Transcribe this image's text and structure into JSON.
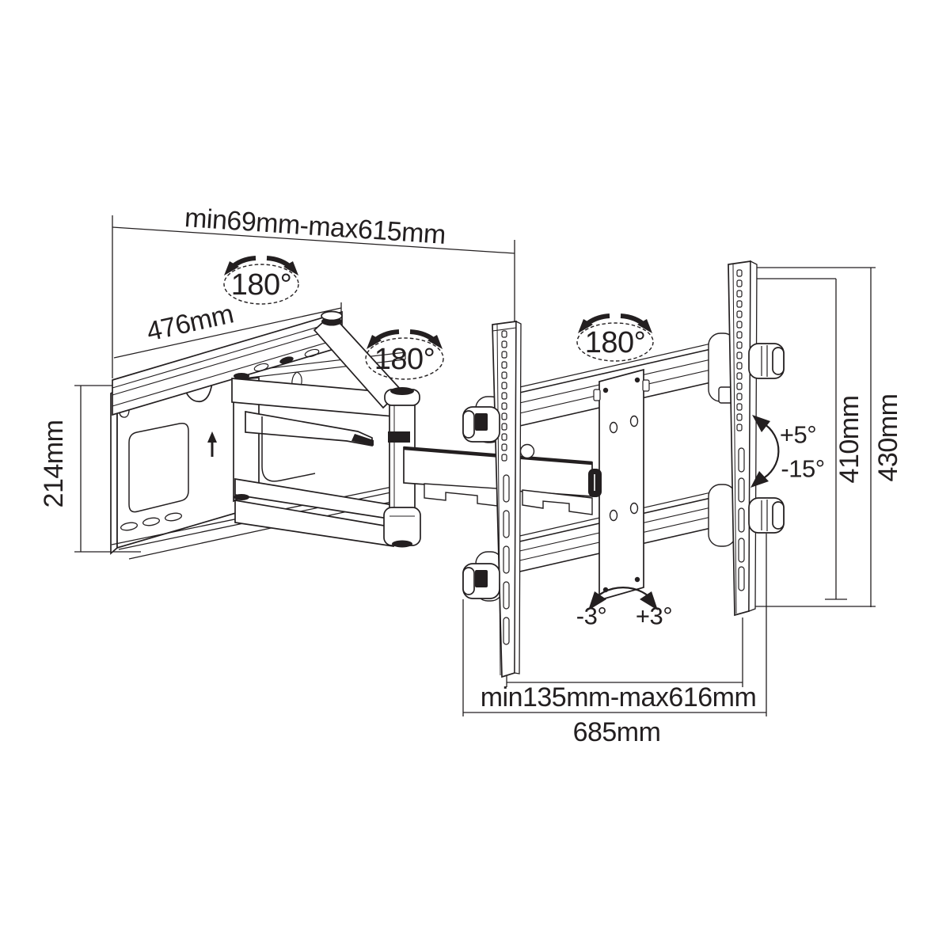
{
  "diagram": {
    "type": "technical-line-drawing",
    "subject": "Articulating full-motion TV wall mount bracket with dimension callouts",
    "colors": {
      "line": "#231f20",
      "background": "#ffffff"
    },
    "dimensions": {
      "extension_range": "min69mm-max615mm",
      "arm_length": "476mm",
      "wall_plate_height": "214mm",
      "bracket_inner_height": "410mm",
      "bracket_outer_height": "430mm",
      "rail_width_range": "min135mm-max616mm",
      "overall_width": "685mm"
    },
    "angles": {
      "swivel_wall": "180°",
      "swivel_elbow": "180°",
      "swivel_plate": "180°",
      "tilt_up": "+5°",
      "tilt_down": "-15°",
      "level_left": "-3°",
      "level_right": "+3°"
    }
  }
}
